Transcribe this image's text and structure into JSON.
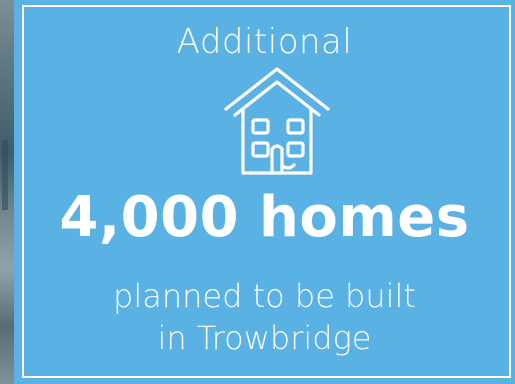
{
  "infographic": {
    "kicker": "Additional",
    "headline": "4,000 homes",
    "subline_1": "planned to be built",
    "subline_2": "in Trowbridge",
    "icon": "house-outline-icon"
  },
  "colors": {
    "background": "#5ab2e4",
    "text": "#ffffff",
    "frame": "#ffffff"
  }
}
